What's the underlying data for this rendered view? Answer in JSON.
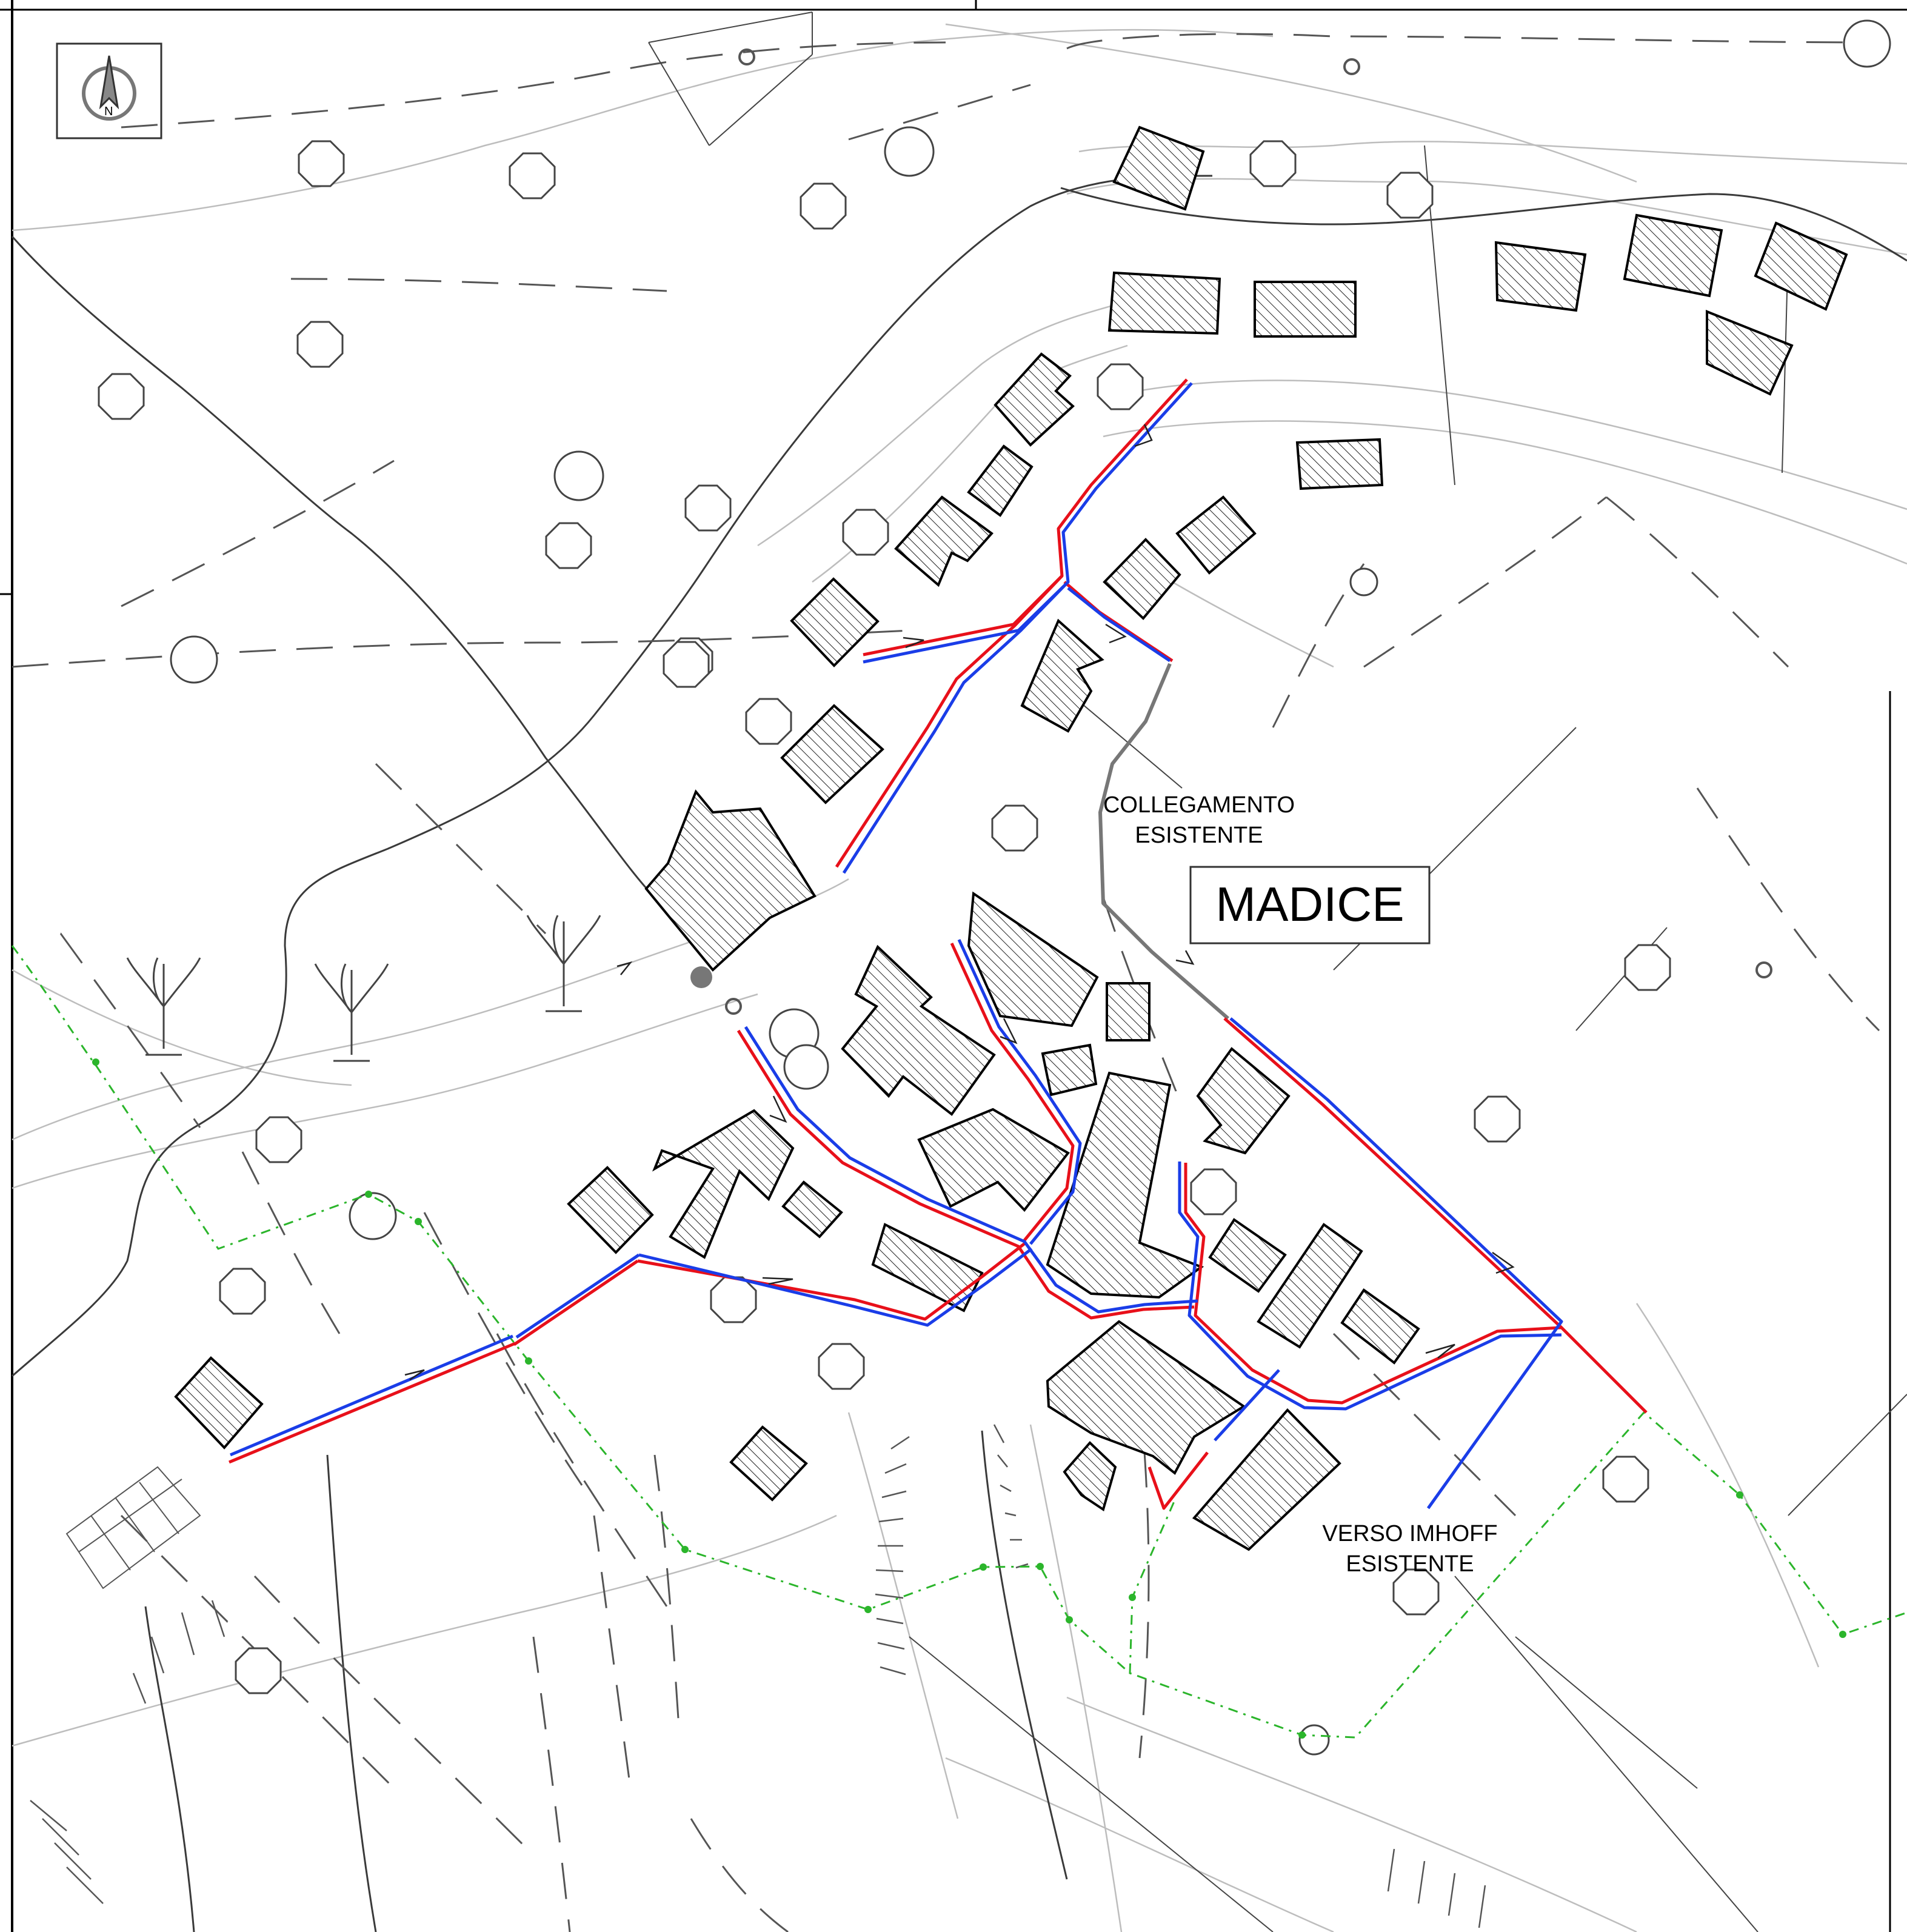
{
  "map": {
    "place_name": "MADICE",
    "labels": {
      "connection_line1": "COLLEGAMENTO",
      "connection_line2": "ESISTENTE",
      "imhoff_line1": "VERSO IMHOFF",
      "imhoff_line2": "ESISTENTE"
    },
    "compass_letter": "N",
    "colors": {
      "sewer_red": "#e8101a",
      "sewer_blue": "#1a3de8",
      "existing_connection_gray": "#777777",
      "boundary_green": "#2bb52b",
      "building_hatch": "#000000"
    },
    "icons": [
      "north-arrow-icon",
      "tree-icon",
      "palm-tree-icon",
      "manhole-icon"
    ]
  }
}
